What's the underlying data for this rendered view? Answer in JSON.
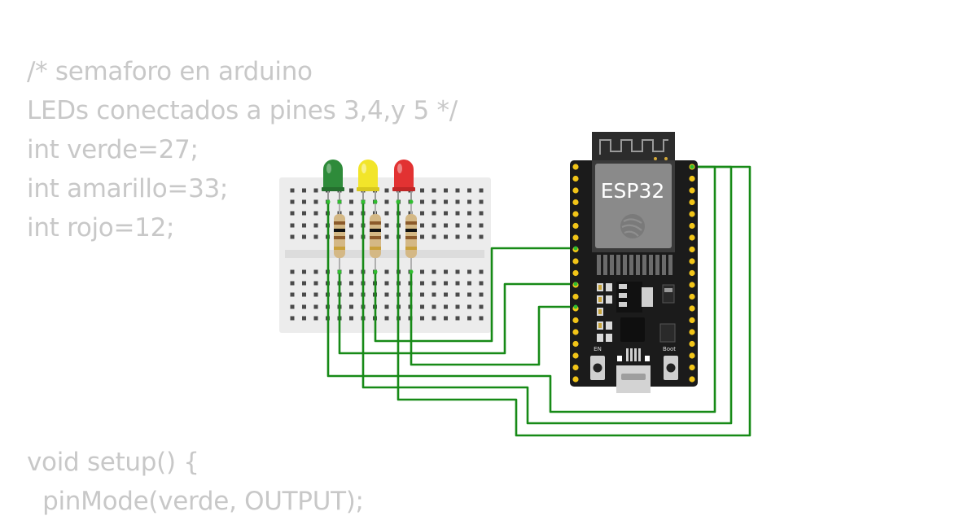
{
  "code": {
    "line1": "/* semaforo en arduino",
    "line2": "LEDs conectados a pines 3,4,y 5 */",
    "line3": "int verde=27;",
    "line4": "int amarillo=33;",
    "line5": "int rojo=12;",
    "line6": "void setup() {",
    "line7": "  pinMode(verde, OUTPUT);"
  },
  "board": {
    "name": "ESP32",
    "en_label": "EN",
    "boot_label": "Boot"
  },
  "leds": [
    {
      "color": "green",
      "hex": "#2e8b3a"
    },
    {
      "color": "yellow",
      "hex": "#f2e52a"
    },
    {
      "color": "red",
      "hex": "#e23232"
    }
  ],
  "colors": {
    "wire": "#178a17",
    "board": "#1b1b1b",
    "pin": "#f2c518",
    "breadboard": "#ececec"
  }
}
